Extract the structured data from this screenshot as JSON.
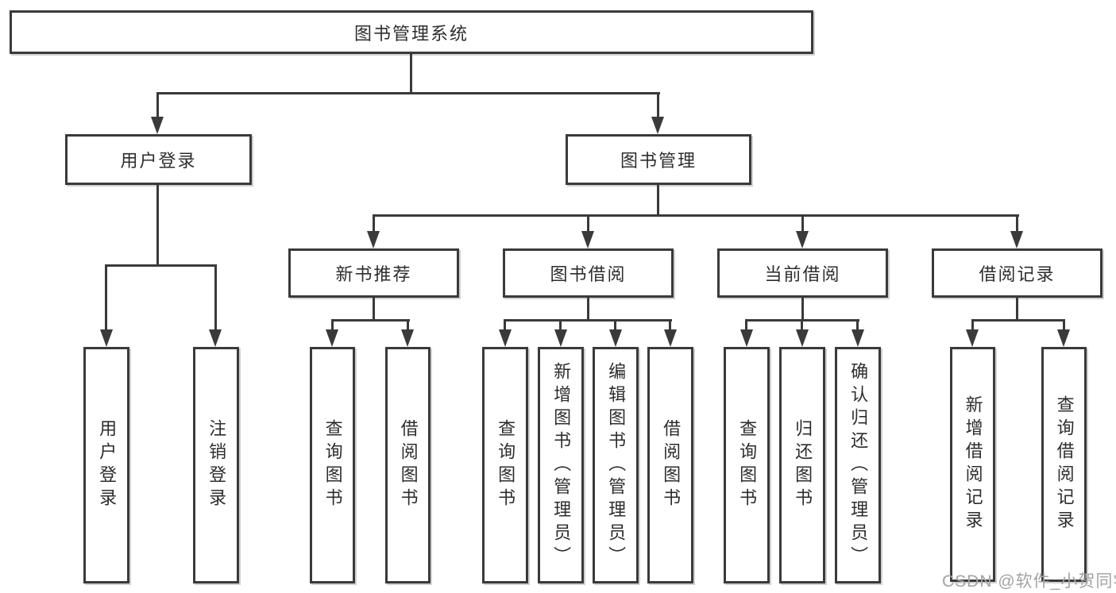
{
  "diagram": {
    "root_label": "图书管理系统",
    "user_branch": {
      "label": "用户登录",
      "children": [
        "用户登录",
        "注销登录"
      ]
    },
    "management_branch": {
      "label": "图书管理",
      "groups": [
        {
          "label": "新书推荐",
          "children": [
            "查询图书",
            "借阅图书"
          ]
        },
        {
          "label": "图书借阅",
          "children": [
            "查询图书",
            "新增图书（管理员）",
            "编辑图书（管理员）",
            "借阅图书"
          ]
        },
        {
          "label": "当前借阅",
          "children": [
            "查询图书",
            "归还图书",
            "确认归还（管理员）"
          ]
        },
        {
          "label": "借阅记录",
          "children": [
            "新增借阅记录",
            "查询借阅记录"
          ]
        }
      ]
    }
  },
  "watermark": {
    "text": "CSDN @软件_小贺同学"
  },
  "colors": {
    "background": "#ffffff",
    "line": "#3a3a3a",
    "text": "#2d2d2d",
    "watermark": "#a3a3a3"
  }
}
